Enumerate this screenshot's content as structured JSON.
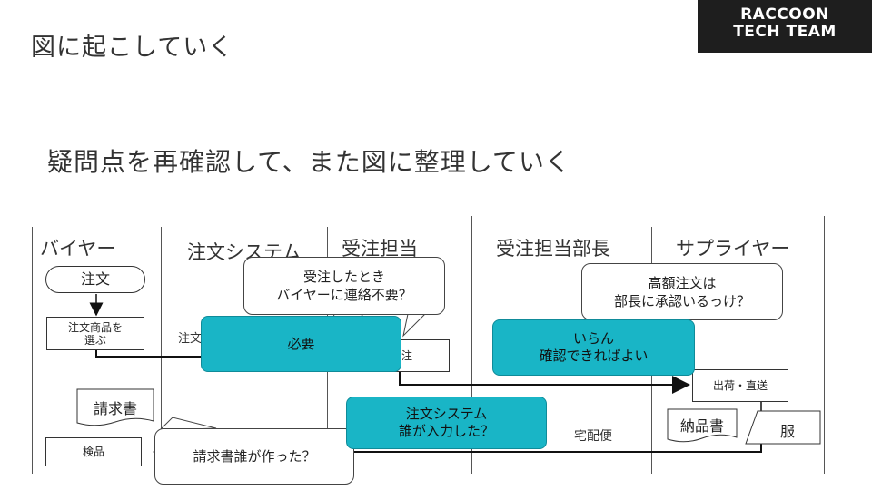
{
  "slide": {
    "title": "図に起こしていく",
    "subtitle": "疑問点を再確認して、また図に整理していく"
  },
  "logo": {
    "line1": "RACCOON",
    "line2": "TECH TEAM"
  },
  "lanes": [
    "バイヤー",
    "注文システム",
    "受注担当",
    "受注担当部長",
    "サプライヤー"
  ],
  "nodes": {
    "order": "注文",
    "select_items_1": "注文商品を",
    "select_items_2": "選ぶ",
    "system_partial": "注文",
    "order_received_partial": "注",
    "invoice": "請求書",
    "inspection": "検品",
    "ship_direct": "出荷・直送",
    "delivery_note": "納品書",
    "clothes": "服",
    "courier": "宅配便"
  },
  "callouts": {
    "buyer_contact_1": "受注したとき",
    "buyer_contact_2": "バイヤーに連絡不要？",
    "approval_1": "高額注文は",
    "approval_2": "部長に承認いるっけ？",
    "who_made_invoice": "請求書誰が作った？"
  },
  "answers": {
    "required": "必要",
    "not_needed_1": "いらん",
    "not_needed_2": "確認できればよい",
    "system_input_1": "注文システム",
    "system_input_2": "誰が入力した？"
  },
  "colors": {
    "accent": "#19b5c6",
    "logo_bg": "#1e1e1e"
  }
}
